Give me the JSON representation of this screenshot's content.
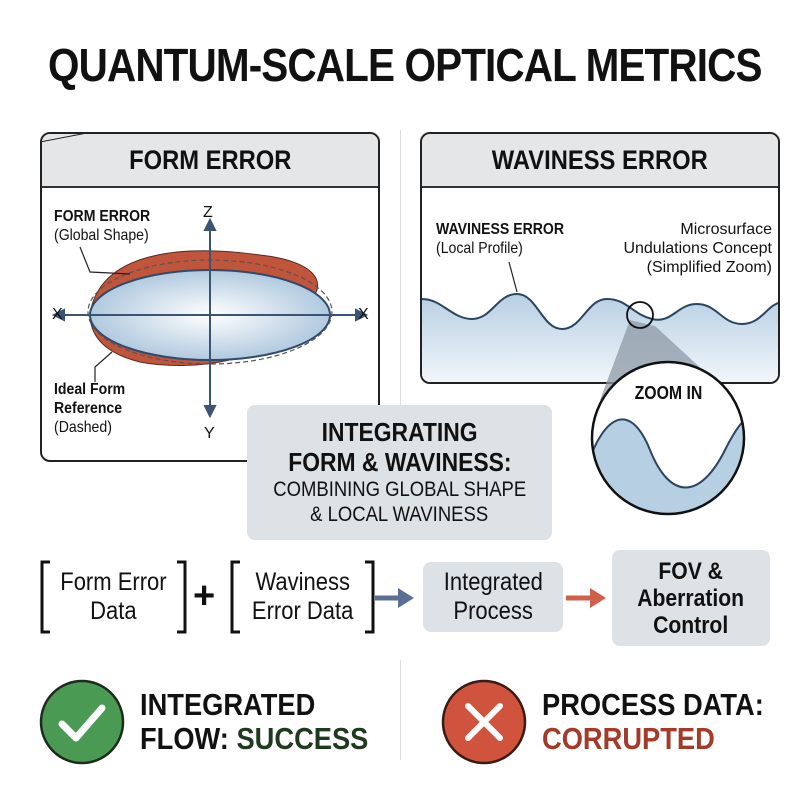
{
  "title": "QUANTUM-SCALE OPTICAL METRICS",
  "form_panel": {
    "header": "FORM ERROR",
    "label_title": "FORM ERROR",
    "label_sub": "(Global Shape)",
    "ref_title_1": "Ideal Form",
    "ref_title_2": "Reference",
    "ref_sub": "(Dashed)",
    "axis_z": "Z",
    "axis_y": "Y",
    "axis_x_left": "X",
    "axis_x_right": "X"
  },
  "waviness_panel": {
    "header": "WAVINESS ERROR",
    "label_title": "WAVINESS ERROR",
    "label_sub": "(Local Profile)",
    "concept_1": "Microsurface",
    "concept_2": "Undulations Concept",
    "concept_3": "(Simplified Zoom)",
    "zoom_label": "ZOOM IN"
  },
  "integrating": {
    "title_1": "INTEGRATING",
    "title_2": "FORM & WAVINESS:",
    "sub_1": "COMBINING GLOBAL SHAPE",
    "sub_2": "& LOCAL WAVINESS"
  },
  "flow": {
    "form_data_1": "Form Error",
    "form_data_2": "Data",
    "plus": "+",
    "wav_data_1": "Waviness",
    "wav_data_2": "Error Data",
    "process_1": "Integrated",
    "process_2": "Process",
    "fov_1": "FOV &",
    "fov_2": "Aberration",
    "fov_3": "Control"
  },
  "status": {
    "success_1": "INTEGRATED",
    "success_2a": "FLOW: ",
    "success_2b": "SUCCESS",
    "fail_1": "PROCESS DATA:",
    "fail_2": "CORRUPTED"
  },
  "colors": {
    "success": "#4a9a54",
    "fail": "#d0533e",
    "success_text": "#1f3a1f",
    "fail_text": "#a33a2a",
    "arrow_blue": "#5a6f93",
    "arrow_red": "#d0604a"
  }
}
